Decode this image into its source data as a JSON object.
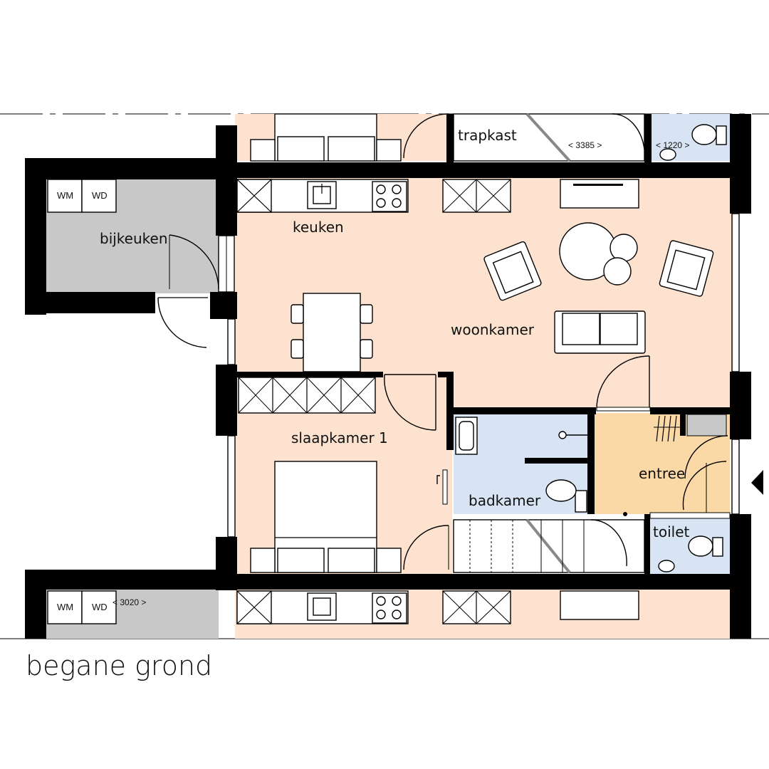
{
  "title": "begane grond",
  "rooms": {
    "trapkast": "trapkast",
    "keuken": "keuken",
    "bijkeuken": "bijkeuken",
    "woonkamer": "woonkamer",
    "slaapkamer": "slaapkamer 1",
    "badkamer": "badkamer",
    "entree": "entree",
    "toilet": "toilet"
  },
  "appliances": {
    "wm_top": "WM",
    "wd_top": "WD",
    "wm_bottom": "WM",
    "wd_bottom": "WD"
  },
  "dimensions": {
    "stair_top": "< 3385 >",
    "toilet_top": "< 1220 >",
    "storage_bottom": "< 3020 >"
  },
  "colors": {
    "living": "#fde3cf",
    "wet": "#d8e4f3",
    "entree": "#fbd9a6",
    "bijkeuken": "#c8c8c8",
    "wall": "#000000"
  }
}
